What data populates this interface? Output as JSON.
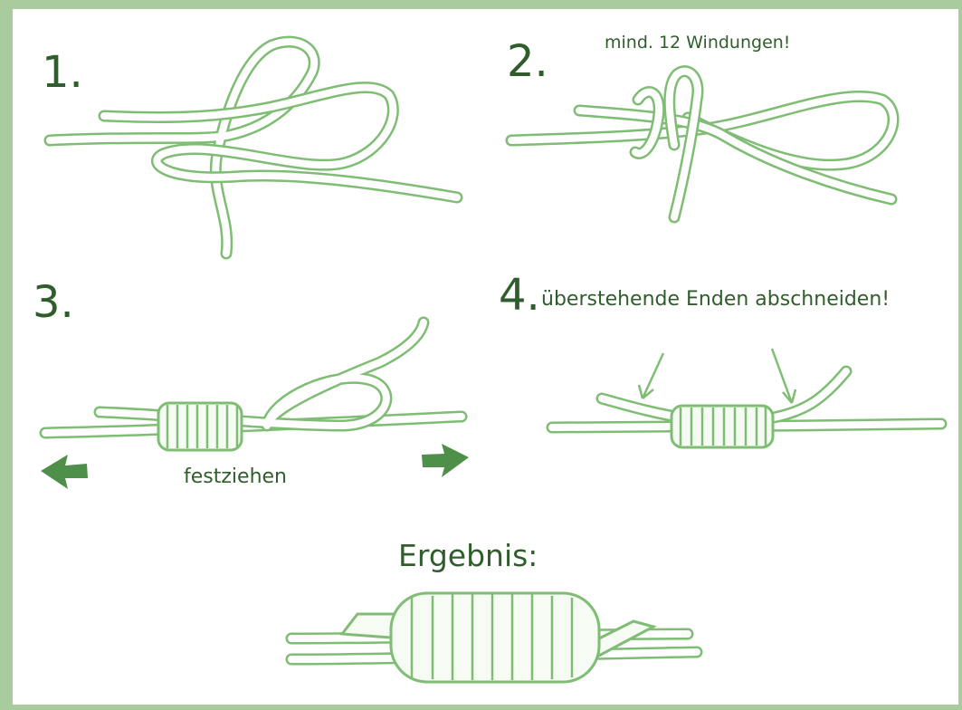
{
  "steps": [
    {
      "number": "1.",
      "note": ""
    },
    {
      "number": "2.",
      "note": "mind. 12 Windungen!"
    },
    {
      "number": "3.",
      "note": "festziehen"
    },
    {
      "number": "4.",
      "note": "überstehende Enden abschneiden!"
    }
  ],
  "result": {
    "label": "Ergebnis:"
  },
  "colors": {
    "frame": "#a9cc9e",
    "rope": "#7fbd74",
    "text": "#2f5e2c",
    "arrow": "#4e8f4a"
  }
}
